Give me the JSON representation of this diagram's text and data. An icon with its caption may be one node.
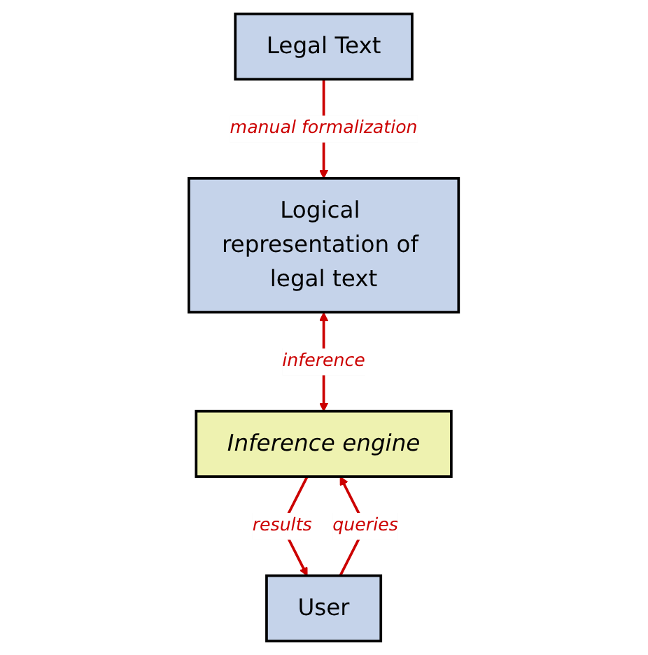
{
  "diagram": {
    "nodes": [
      {
        "text": [
          "Legal Text"
        ]
      },
      {
        "text": [
          "Logical representation of legal text"
        ]
      },
      {
        "text": [
          "Inference engine"
        ]
      },
      {
        "text": [
          "User"
        ]
      }
    ],
    "edges": [
      {
        "from": 0,
        "to": 1,
        "arrow": "to",
        "label": "manual formalization",
        "color": "#cc0000"
      },
      {
        "from": 1,
        "to": 2,
        "arrow": "both",
        "label": "inference",
        "color": "#cc0000"
      },
      {
        "from": 3,
        "to": 2,
        "arrow": "to",
        "label": "queries",
        "color": "#cc0000"
      },
      {
        "from": 2,
        "to": 3,
        "arrow": "to",
        "label": "results",
        "color": "#cc0000"
      }
    ]
  }
}
